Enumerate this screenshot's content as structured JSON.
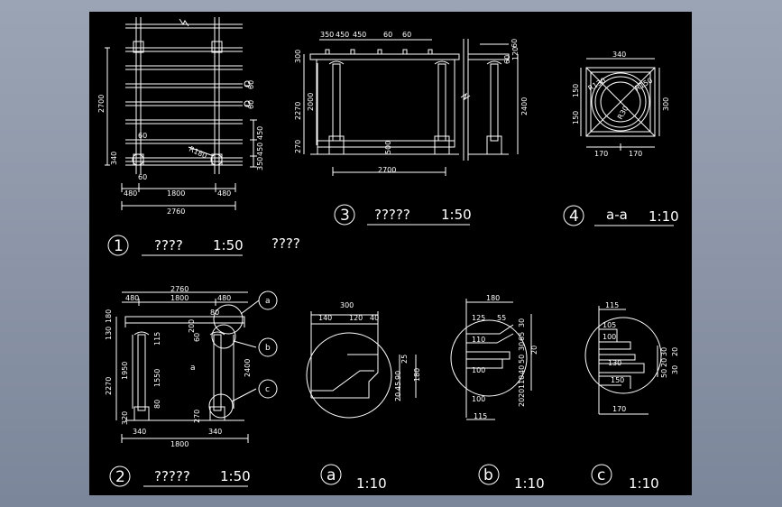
{
  "colors": {
    "background": "#8a94a6",
    "sheet": "#000000",
    "lines": "#ffffff"
  },
  "views": {
    "v1": {
      "number": "1",
      "title": "????",
      "scale": "1:50",
      "note": "????",
      "dims": {
        "height": "2700",
        "d1": "480",
        "d2": "1800",
        "d3": "480",
        "total": "2760",
        "r1": "450",
        "r2": "450",
        "r3": "350",
        "r4": "340",
        "radius": "R180",
        "s1": "60",
        "s2": "60",
        "s3": "60",
        "s4": "60"
      }
    },
    "v2": {
      "number": "2",
      "title": "?????",
      "scale": "1:50",
      "dims": {
        "total": "2760",
        "d1": "480",
        "d2": "1800",
        "d3": "480",
        "h1": "180",
        "h2": "130",
        "h3": "1950",
        "h4": "1550",
        "h5": "2270",
        "h6": "320",
        "h7": "2400",
        "h8": "270",
        "h9": "200",
        "h10": "80",
        "h11": "115",
        "h12": "80",
        "h13": "60",
        "b1": "340",
        "b2": "1800",
        "b3": "340"
      },
      "callouts": [
        "a",
        "b",
        "c"
      ],
      "section_mark": "a"
    },
    "v3": {
      "number": "3",
      "title": "?????",
      "scale": "1:50",
      "dims": {
        "t1": "350",
        "t2": "450",
        "t3": "450",
        "t4": "60",
        "t5": "60",
        "h1": "2270",
        "h2": "2000",
        "h3": "300",
        "h4": "270",
        "h5": "2400",
        "bottom": "2700",
        "mid": "500",
        "s1": "60",
        "s2": "60",
        "s3": "120"
      }
    },
    "v4": {
      "number": "4",
      "title": "a-a",
      "scale": "1:10",
      "dims": {
        "top": "340",
        "left1": "150",
        "left2": "150",
        "right": "300",
        "bottom1": "170",
        "bottom2": "170",
        "r1": "R130",
        "r2": "R150",
        "r3": "R30"
      }
    },
    "va": {
      "label": "a",
      "scale": "1:10",
      "dims": {
        "top": "300",
        "t1": "140",
        "t2": "120",
        "t3": "40",
        "r1": "25",
        "r2": "90",
        "r3": "45",
        "r4": "20",
        "r5": "180"
      }
    },
    "vb": {
      "label": "b",
      "scale": "1:10",
      "dims": {
        "top": "180",
        "t1": "125",
        "t2": "55",
        "l1": "110",
        "l2": "100",
        "l3": "100",
        "bottom": "115",
        "r1": "30",
        "r2": "65",
        "r3": "30",
        "r4": "50",
        "r5": "40",
        "r6": "110",
        "r7": "20",
        "r8": "20",
        "r9": "20"
      }
    },
    "vc": {
      "label": "c",
      "scale": "1:10",
      "dims": {
        "top": "115",
        "t1": "105",
        "t2": "100",
        "t3": "130",
        "t4": "150",
        "bottom": "170",
        "r1": "30",
        "r2": "20",
        "r3": "20",
        "r4": "50",
        "r5": "30"
      }
    }
  }
}
